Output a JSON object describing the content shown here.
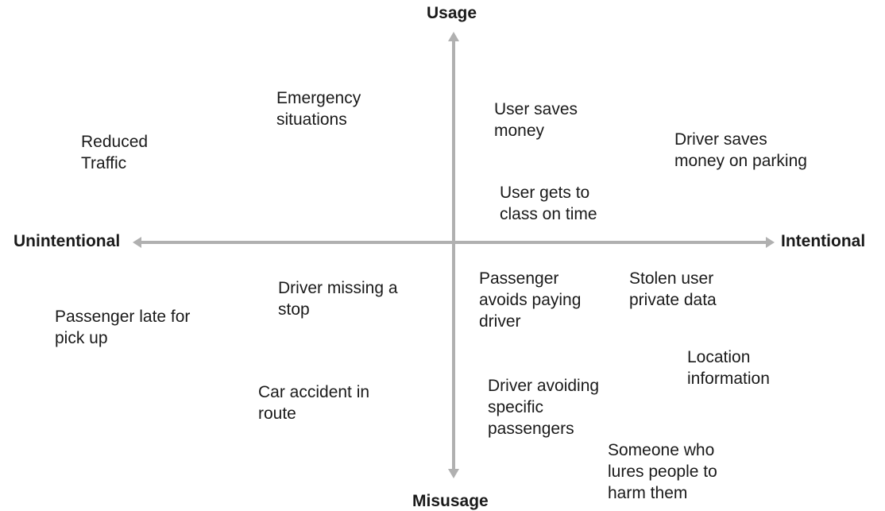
{
  "axes": {
    "top": "Usage",
    "bottom": "Misusage",
    "left": "Unintentional",
    "right": "Intentional",
    "color": "#b0b0b0"
  },
  "items": {
    "emergency": "Emergency\nsituations",
    "reduced_traffic": "Reduced\nTraffic",
    "user_saves_money": "User saves\nmoney",
    "driver_saves_parking": "Driver saves\nmoney on parking",
    "user_class_on_time": "User gets to\nclass on time",
    "driver_missing_stop": "Driver missing a\nstop",
    "passenger_late": "Passenger late for\npick up",
    "car_accident": "Car accident in\nroute",
    "passenger_avoids_paying": "Passenger\navoids paying\ndriver",
    "stolen_data": "Stolen user\nprivate data",
    "location_info": "Location\ninformation",
    "driver_avoiding": "Driver avoiding\nspecific\npassengers",
    "someone_lures": "Someone who\nlures people to\nharm them"
  }
}
